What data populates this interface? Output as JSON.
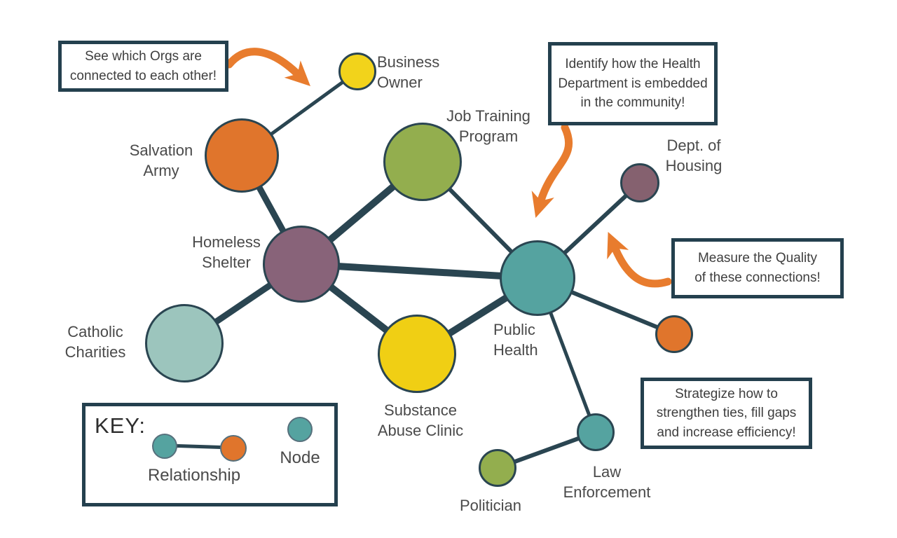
{
  "colors": {
    "edge_navy": "#2A4551",
    "box_border_navy": "#24404E",
    "arrow_orange": "#E87C2E",
    "text_gray": "#4A4A4A",
    "node_outline": "#2A4551",
    "node_teal": "#55A3A0",
    "node_orange": "#E0752C"
  },
  "callouts": [
    {
      "id": "orgs",
      "text": "See which Orgs are\nconnected to each other!"
    },
    {
      "id": "identify",
      "text": "Identify how the Health\nDepartment is embedded\nin the community!"
    },
    {
      "id": "measure",
      "text": "Measure the Quality\nof these connections!"
    },
    {
      "id": "strategize",
      "text": "Strategize how to\nstrengthen ties, fill gaps\nand increase efficiency!"
    }
  ],
  "key": {
    "title": "KEY:",
    "relationship_label": "Relationship",
    "node_label": "Node"
  },
  "graph": {
    "nodes": [
      {
        "id": "business-owner",
        "label": "Business\nOwner",
        "color": "#F2D31B",
        "size": "small"
      },
      {
        "id": "salvation-army",
        "label": "Salvation\nArmy",
        "color": "#E0752C",
        "size": "large"
      },
      {
        "id": "job-training-program",
        "label": "Job Training\nProgram",
        "color": "#93AE4E",
        "size": "large"
      },
      {
        "id": "dept-of-housing",
        "label": "Dept. of\nHousing",
        "color": "#85616F",
        "size": "small"
      },
      {
        "id": "homeless-shelter",
        "label": "Homeless\nShelter",
        "color": "#886379",
        "size": "large"
      },
      {
        "id": "public-health",
        "label": "Public\nHealth",
        "color": "#55A3A0",
        "size": "large"
      },
      {
        "id": "catholic-charities",
        "label": "Catholic\nCharities",
        "color": "#9CC5BD",
        "size": "large"
      },
      {
        "id": "substance-abuse-clinic",
        "label": "Substance\nAbuse Clinic",
        "color": "#F0CF14",
        "size": "large"
      },
      {
        "id": "unlabeled-partner",
        "label": "",
        "color": "#E0752C",
        "size": "small"
      },
      {
        "id": "law-enforcement",
        "label": "Law\nEnforcement",
        "color": "#55A3A0",
        "size": "small"
      },
      {
        "id": "politician",
        "label": "Politician",
        "color": "#93AE4E",
        "size": "small"
      }
    ],
    "edges": [
      {
        "from": "salvation-army",
        "to": "business-owner",
        "weight": "medium"
      },
      {
        "from": "salvation-army",
        "to": "homeless-shelter",
        "weight": "strong"
      },
      {
        "from": "homeless-shelter",
        "to": "job-training-program",
        "weight": "strong"
      },
      {
        "from": "homeless-shelter",
        "to": "public-health",
        "weight": "strong"
      },
      {
        "from": "homeless-shelter",
        "to": "catholic-charities",
        "weight": "strong"
      },
      {
        "from": "homeless-shelter",
        "to": "substance-abuse-clinic",
        "weight": "strong"
      },
      {
        "from": "job-training-program",
        "to": "public-health",
        "weight": "medium"
      },
      {
        "from": "substance-abuse-clinic",
        "to": "public-health",
        "weight": "strong"
      },
      {
        "from": "public-health",
        "to": "dept-of-housing",
        "weight": "medium"
      },
      {
        "from": "public-health",
        "to": "unlabeled-partner",
        "weight": "medium"
      },
      {
        "from": "public-health",
        "to": "law-enforcement",
        "weight": "medium"
      },
      {
        "from": "law-enforcement",
        "to": "politician",
        "weight": "medium"
      }
    ]
  }
}
